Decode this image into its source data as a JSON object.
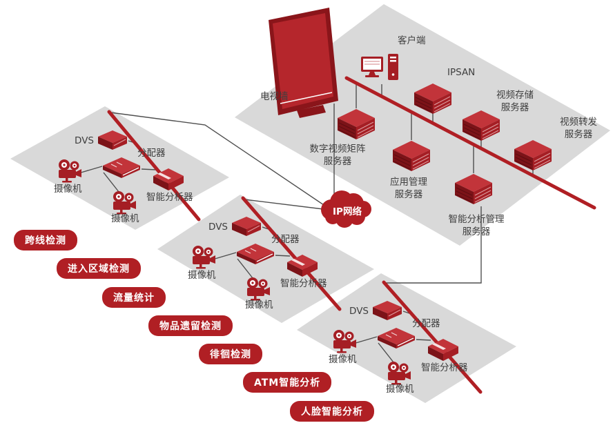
{
  "colors": {
    "red": "#b01f24",
    "red_top": "#c2343a",
    "red_mid": "#a51e24",
    "red_dark": "#7c1318",
    "plane_gray": "#d9d9d9",
    "line_gray": "#4f4f4f",
    "text_gray": "#3f3f3f"
  },
  "network_cloud": "IP网络",
  "core": {
    "tv_wall": "电视墙",
    "client": "客户端",
    "ipsan": "IPSAN",
    "matrix": "数字视频矩阵\n服务器",
    "storage": "视频存储\n服务器",
    "forward": "视频转发\n服务器",
    "app": "应用管理\n服务器",
    "intel": "智能分析管理\n服务器"
  },
  "sites": [
    {
      "dvs": "DVS",
      "splitter": "分配器",
      "camera_top": "摄像机",
      "analyzer": "智能分析器",
      "camera_bottom": "摄像机"
    },
    {
      "dvs": "DVS",
      "splitter": "分配器",
      "camera_top": "摄像机",
      "analyzer": "智能分析器",
      "camera_bottom": "摄像机"
    },
    {
      "dvs": "DVS",
      "splitter": "分配器",
      "camera_top": "摄像机",
      "analyzer": "智能分析器",
      "camera_bottom": "摄像机"
    }
  ],
  "features": [
    "跨线检测",
    "进入区域检测",
    "流量统计",
    "物品遗留检测",
    "徘徊检测",
    "ATM智能分析",
    "人脸智能分析"
  ]
}
